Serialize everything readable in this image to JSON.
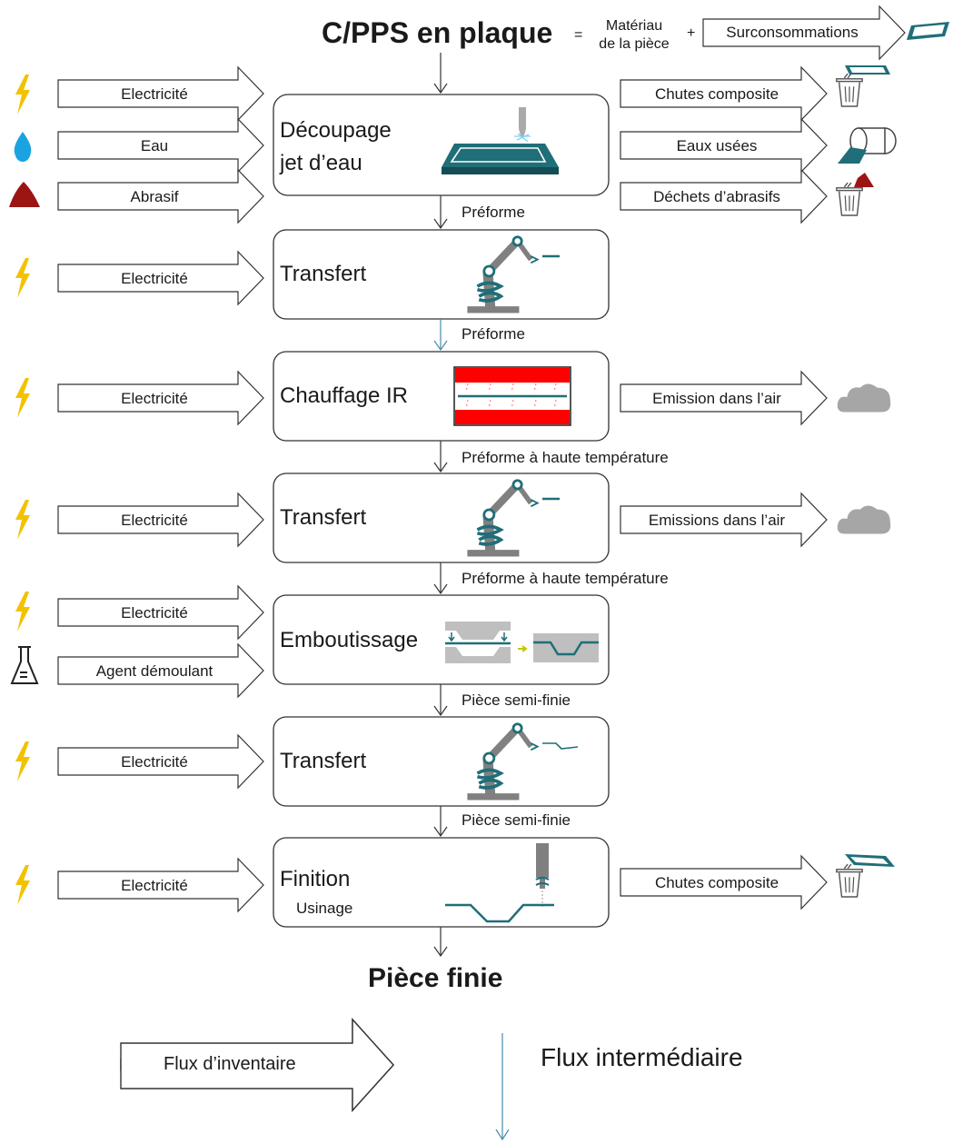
{
  "header": {
    "title": "C/PPS en plaque",
    "equals": "=",
    "material_line1": "Matériau",
    "material_line2": "de la pièce",
    "plus": "+",
    "overconsumption": "Surconsommations"
  },
  "steps": [
    {
      "label_line1": "Découpage",
      "label_line2": "jet d’eau",
      "inputs": [
        {
          "label": "Electricité",
          "icon": "lightning-icon"
        },
        {
          "label": "Eau",
          "icon": "water-drop-icon"
        },
        {
          "label": "Abrasif",
          "icon": "abrasive-pile-icon"
        }
      ],
      "outputs": [
        {
          "label": "Chutes composite",
          "icon": "trash-bin-icon"
        },
        {
          "label": "Eaux usées",
          "icon": "wastewater-pipe-icon"
        },
        {
          "label": "Déchets d’abrasifs",
          "icon": "trash-bin-icon"
        }
      ],
      "next_flow": "Préforme"
    },
    {
      "label_line1": "Transfert",
      "inputs": [
        {
          "label": "Electricité",
          "icon": "lightning-icon"
        }
      ],
      "next_flow": "Préforme"
    },
    {
      "label_line1": "Chauffage IR",
      "inputs": [
        {
          "label": "Electricité",
          "icon": "lightning-icon"
        }
      ],
      "outputs": [
        {
          "label": "Emission dans l’air",
          "icon": "cloud-icon"
        }
      ],
      "next_flow": "Préforme à haute température"
    },
    {
      "label_line1": "Transfert",
      "inputs": [
        {
          "label": "Electricité",
          "icon": "lightning-icon"
        }
      ],
      "outputs": [
        {
          "label": "Emissions dans l’air",
          "icon": "cloud-icon"
        }
      ],
      "next_flow": "Préforme à haute température"
    },
    {
      "label_line1": "Emboutissage",
      "inputs": [
        {
          "label": "Electricité",
          "icon": "lightning-icon"
        },
        {
          "label": "Agent démoulant",
          "icon": "flask-icon"
        }
      ],
      "next_flow": "Pièce semi-finie"
    },
    {
      "label_line1": "Transfert",
      "inputs": [
        {
          "label": "Electricité",
          "icon": "lightning-icon"
        }
      ],
      "next_flow": "Pièce semi-finie"
    },
    {
      "label_line1": "Finition",
      "sub_label": "Usinage",
      "inputs": [
        {
          "label": "Electricité",
          "icon": "lightning-icon"
        }
      ],
      "outputs": [
        {
          "label": "Chutes composite",
          "icon": "trash-bin-icon"
        }
      ]
    }
  ],
  "final_product": "Pièce finie",
  "legend": {
    "inventory_flow": "Flux d’inventaire",
    "intermediate_flow": "Flux intermédiaire"
  },
  "colors": {
    "teal": "#1f6e78",
    "lightning": "#f2c200",
    "water": "#1aa3e0",
    "abrasive": "#9c1515",
    "heater_red": "#ff0000",
    "gray": "#808080",
    "cloud": "#a6a6a6"
  }
}
